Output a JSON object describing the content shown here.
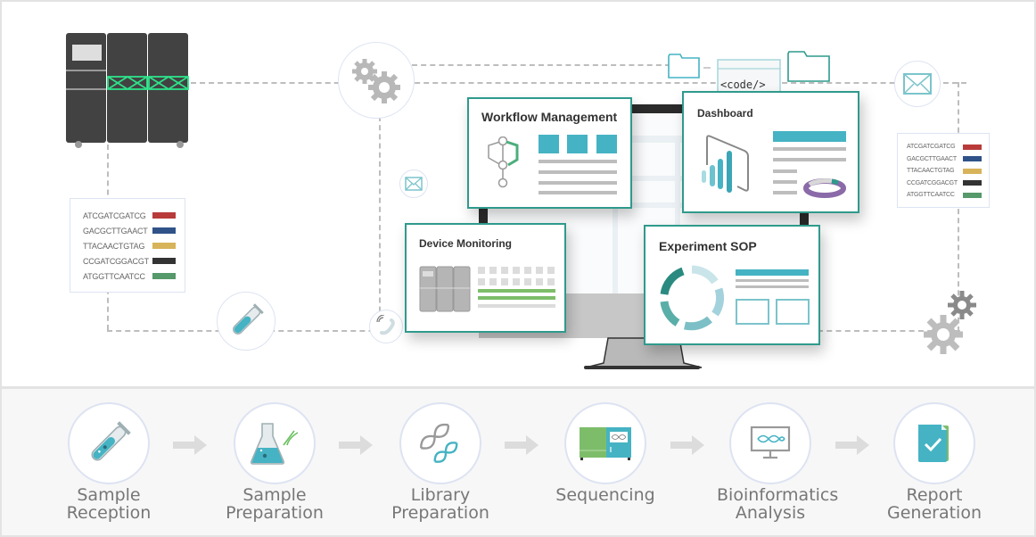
{
  "top_diagram": {
    "code_label": "<code/>",
    "legend_left": [
      {
        "sequence": "ATCGATCGATCG",
        "color": "#b83b3a"
      },
      {
        "sequence": "GACGCTTGAACT",
        "color": "#2f5289"
      },
      {
        "sequence": "TTACAACTGTAG",
        "color": "#d7b35a"
      },
      {
        "sequence": "CCGATCGGACGT",
        "color": "#333333"
      },
      {
        "sequence": "ATGGTTCAATCC",
        "color": "#56996a"
      }
    ],
    "legend_right": [
      {
        "sequence": "ATCGATCGATCG",
        "color": "#b83b3a"
      },
      {
        "sequence": "GACGCTTGAACT",
        "color": "#2f5289"
      },
      {
        "sequence": "TTACAACTGTAG",
        "color": "#d7b35a"
      },
      {
        "sequence": "CCGATCGGACGT",
        "color": "#333333"
      },
      {
        "sequence": "ATGGTTCAATCC",
        "color": "#56996a"
      }
    ],
    "cards": {
      "workflow": {
        "title": "Workflow Management"
      },
      "dashboard": {
        "title": "Dashboard"
      },
      "device": {
        "title": "Device Monitoring"
      },
      "sop": {
        "title": "Experiment SOP"
      }
    },
    "colors": {
      "accent_teal": "#45b3c3",
      "card_border": "#2f9a8c",
      "green": "#7dbd6a",
      "purple": "#8a6aa8",
      "instrument_dark": "#424242",
      "indicator_green": "#2ee28a"
    }
  },
  "pipeline": {
    "steps": [
      {
        "label": "Sample\nReception",
        "icon": "test-tube-icon"
      },
      {
        "label": "Sample\nPreparation",
        "icon": "flask-dna-icon"
      },
      {
        "label": "Library\nPreparation",
        "icon": "dna-helix-icon"
      },
      {
        "label": "Sequencing",
        "icon": "sequencer-icon"
      },
      {
        "label": "Bioinformatics\nAnalysis",
        "icon": "monitor-dna-icon"
      },
      {
        "label": "Report\nGeneration",
        "icon": "report-check-icon"
      }
    ]
  }
}
